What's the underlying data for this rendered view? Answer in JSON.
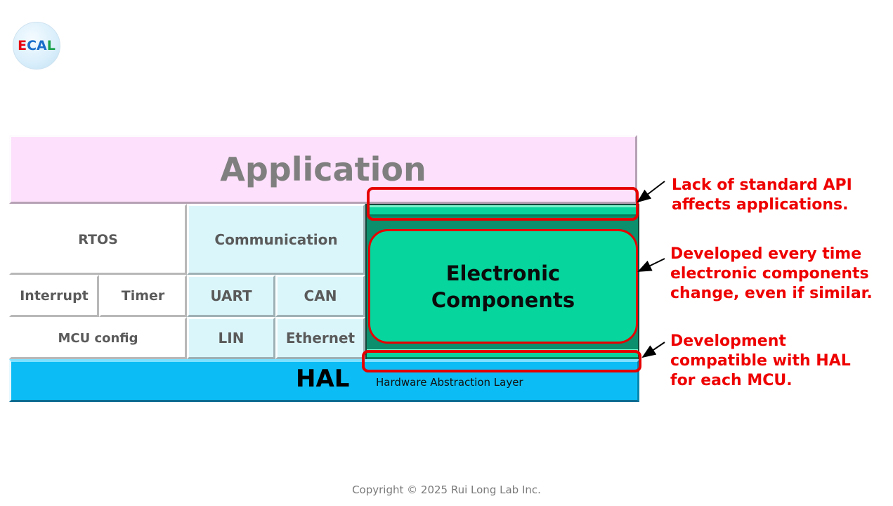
{
  "logo": {
    "letters": [
      "E",
      "C",
      "A",
      "L"
    ],
    "colors": [
      "#e60012",
      "#1a6dc9",
      "#1a6dc9",
      "#18a04a"
    ]
  },
  "diagram": {
    "application": "Application",
    "rtos": "RTOS",
    "communication": "Communication",
    "interrupt": "Interrupt",
    "timer": "Timer",
    "uart": "UART",
    "can": "CAN",
    "mcu_config": "MCU config",
    "lin": "LIN",
    "ethernet": "Ethernet",
    "electronic_components": "Electronic\nComponents",
    "hal": "HAL",
    "hal_sub": "Hardware Abstraction Layer"
  },
  "notes": {
    "api": "Lack of standard API\naffects applications.",
    "developed": "Developed every time\nelectronic components\nchange, even if similar.",
    "hal": "Development\ncompatible with HAL\nfor each MCU."
  },
  "colors": {
    "application": "#fde0fb",
    "communication": "#dbf6fb",
    "hal": "#0cbdf5",
    "electronic_components": "#06d59d",
    "highlight": "#e60000"
  },
  "copyright": "Copyright © 2025 Rui Long Lab Inc."
}
